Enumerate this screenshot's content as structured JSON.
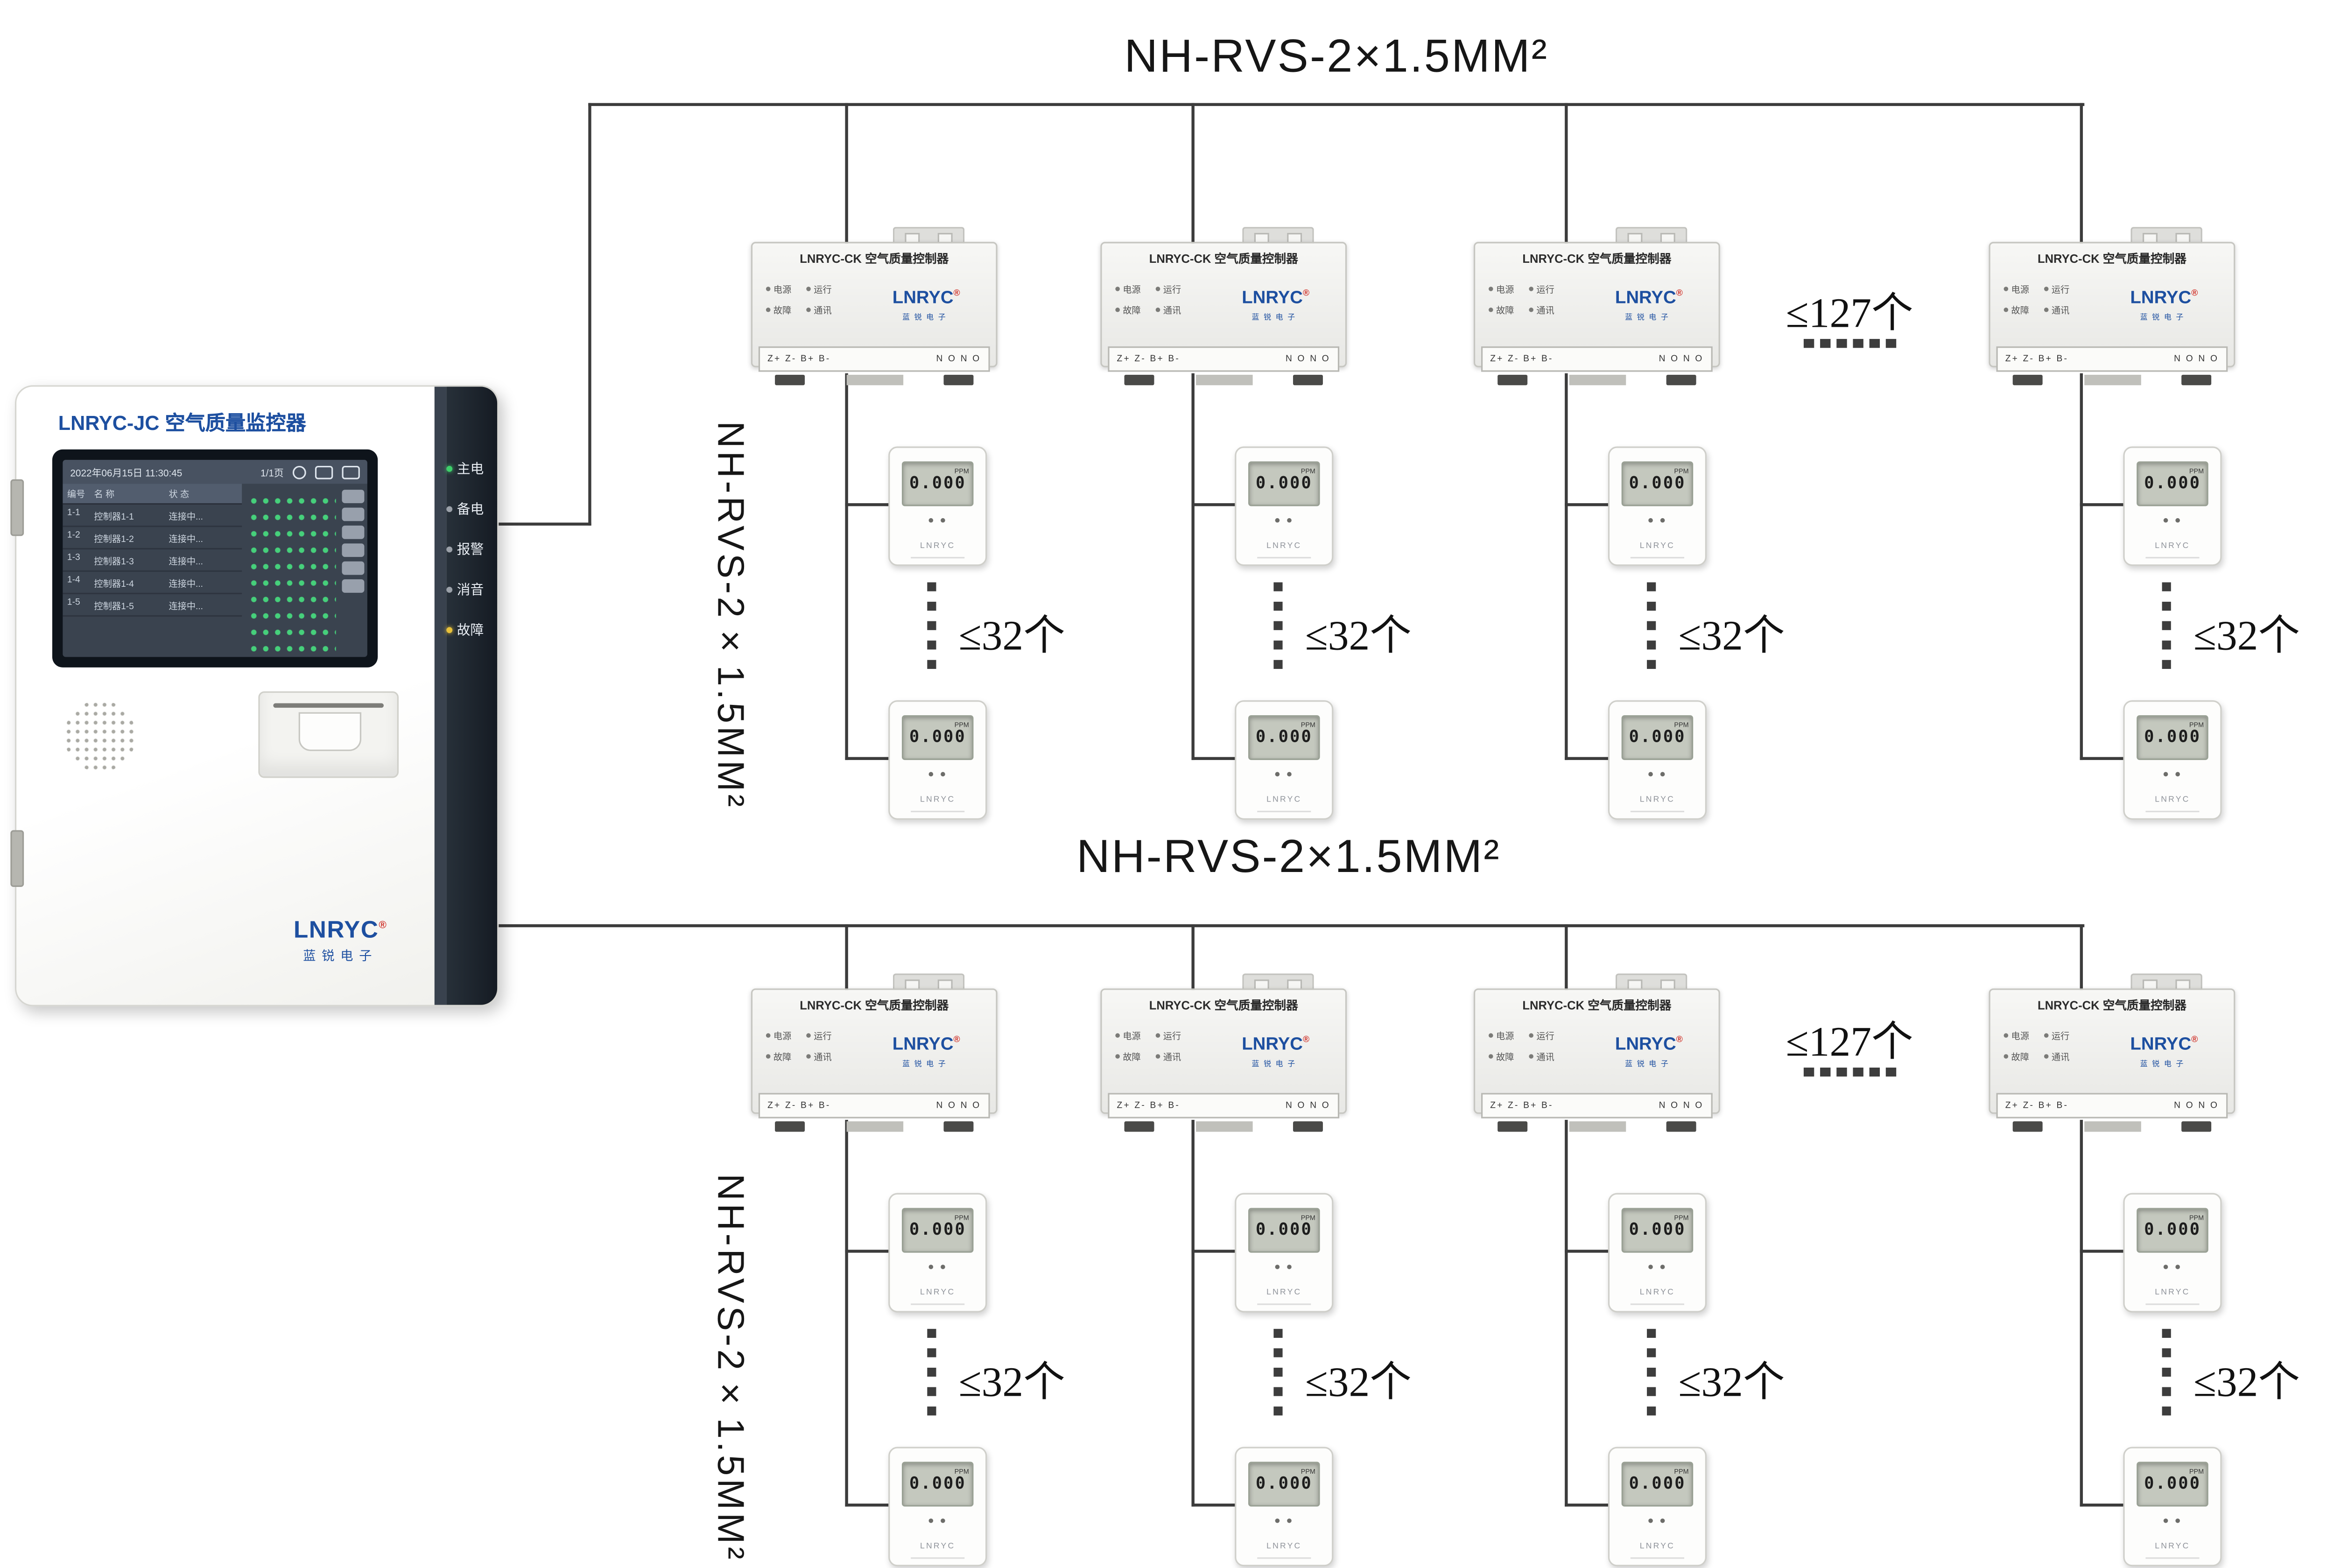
{
  "bus": {
    "top_label": "NH-RVS-2×1.5MM²",
    "bottom_label": "NH-RVS-2×1.5MM²",
    "vertical_label_top": "NH-RVS-2×1.5MM²",
    "vertical_label_bottom": "NH-RVS-2×1.5MM²"
  },
  "limits": {
    "max_controllers": "≤127个",
    "max_sensors": "≤32个"
  },
  "monitor": {
    "title": "LNRYC-JC 空气质量监控器",
    "brand": "LNRYC",
    "reg": "®",
    "brand_sub": "蓝锐电子",
    "leds": [
      "主电",
      "备电",
      "报警",
      "消音",
      "故障"
    ],
    "screen": {
      "datetime": "2022年06月15日 11:30:45",
      "page": "1/1页",
      "header": [
        "编号",
        "名 称",
        "状 态"
      ],
      "rows": [
        {
          "id": "1-1",
          "name": "控制器1-1",
          "status": "连接中..."
        },
        {
          "id": "1-2",
          "name": "控制器1-2",
          "status": "连接中..."
        },
        {
          "id": "1-3",
          "name": "控制器1-3",
          "status": "连接中..."
        },
        {
          "id": "1-4",
          "name": "控制器1-4",
          "status": "连接中..."
        },
        {
          "id": "1-5",
          "name": "控制器1-5",
          "status": "连接中..."
        }
      ]
    },
    "colors": {
      "brand_blue": "#1d4fa0",
      "led_on_green": "#3ecf6a",
      "led_fault_amber": "#e8c13a",
      "panel_dark": "#1b222c"
    }
  },
  "controller": {
    "title": "LNRYC-CK 空气质量控制器",
    "brand": "LNRYC",
    "reg": "®",
    "brand_sub": "蓝锐电子",
    "leds": [
      "电源",
      "运行",
      "故障",
      "通讯"
    ],
    "terminals_left": "Z+ Z- B+ B-",
    "terminals_right": "N O N O"
  },
  "sensor": {
    "value": "0.000",
    "unit": "PPM",
    "brand": "LNRYC"
  }
}
